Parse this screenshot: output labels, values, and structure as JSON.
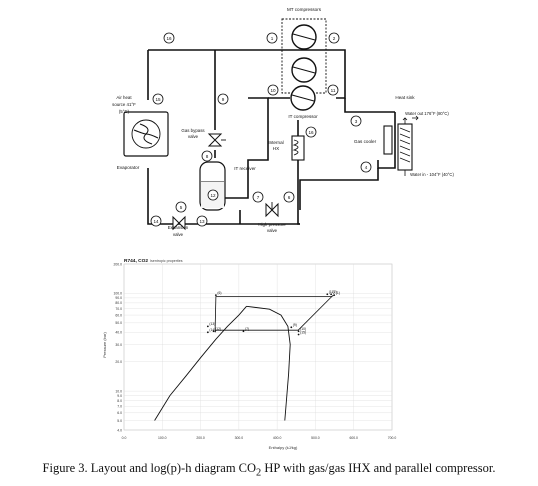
{
  "layout": {
    "labels": {
      "mt_compressors": "MT compressors",
      "it_compressor": "IT compressor",
      "heat_sink": "Heat sink",
      "water_out": "Water out 176°F (80°C)",
      "water_in": "Water in - 104°F (40°C)",
      "gas_cooler": "Gas cooler",
      "air_heat_source_1": "Air heat",
      "air_heat_source_2": "source 41°F",
      "air_heat_source_3": "(5°C)",
      "evaporator": "Evaporator",
      "gas_bypass_valve_1": "Gas bypass",
      "gas_bypass_valve_2": "valve",
      "internal_hx_1": "Internal",
      "internal_hx_2": "HX",
      "it_receiver": "IT receiver",
      "expansion_valve_1": "Expansion",
      "expansion_valve_2": "valve",
      "high_pressure_valve_1": "High pressure",
      "high_pressure_valve_2": "valve"
    },
    "state_points": [
      "1",
      "2",
      "3",
      "4",
      "5",
      "6",
      "7",
      "8",
      "9",
      "10",
      "11",
      "12",
      "13",
      "14",
      "15",
      "16"
    ]
  },
  "chart_data": {
    "type": "line",
    "title": "R744, CO2",
    "subtitle": "Isentropic properties",
    "xlabel": "Enthalpy (kJ/kg)",
    "ylabel": "Pressure (bar)",
    "y_scale": "log",
    "xlim": [
      0,
      700
    ],
    "ylim": [
      4,
      200
    ],
    "x_ticks": [
      "0.0",
      "100.0",
      "200.0",
      "300.0",
      "400.0",
      "500.0",
      "600.0",
      "700.0"
    ],
    "y_ticks": [
      "200.0",
      "100.0",
      "90.0",
      "80.0",
      "70.0",
      "60.0",
      "50.0",
      "40.0",
      "30.0",
      "20.0",
      "10.0",
      "9.0",
      "8.0",
      "7.0",
      "6.0",
      "5.0",
      "4.0"
    ],
    "y_tick_values": [
      200,
      100,
      90,
      80,
      70,
      60,
      50,
      40,
      30,
      20,
      10,
      9,
      8,
      7,
      6,
      5,
      4
    ],
    "grid": true,
    "saturation_dome": {
      "liquid": {
        "h": [
          80,
          120,
          160,
          200,
          240,
          270,
          300,
          320
        ],
        "p": [
          5,
          9,
          14,
          22,
          34,
          46,
          60,
          73.8
        ]
      },
      "vapor": {
        "h": [
          320,
          380,
          410,
          428,
          434,
          430,
          420
        ],
        "p": [
          73.8,
          69,
          60,
          46,
          30,
          15,
          5
        ]
      }
    },
    "cycle": {
      "h": [
        420,
        455,
        545,
        547,
        542,
        452,
        240,
        238,
        440,
        448,
        240,
        238
      ],
      "p": [
        42,
        42,
        95,
        95,
        93,
        93,
        93,
        42,
        42,
        42,
        42,
        40
      ]
    },
    "point_labels": [
      {
        "text": "(1)",
        "h": 549,
        "p": 96
      },
      {
        "text": "(2)",
        "h": 541,
        "p": 98
      },
      {
        "text": "(11)",
        "h": 531,
        "p": 98
      },
      {
        "text": "(6)",
        "h": 240,
        "p": 96
      },
      {
        "text": "(13)",
        "h": 219,
        "p": 46
      },
      {
        "text": "(14)",
        "h": 219,
        "p": 40
      },
      {
        "text": "(12)",
        "h": 234,
        "p": 41
      },
      {
        "text": "(7)",
        "h": 312,
        "p": 41
      },
      {
        "text": "(9)",
        "h": 437,
        "p": 45
      },
      {
        "text": "(10)",
        "h": 456,
        "p": 41
      },
      {
        "text": "(15)",
        "h": 456,
        "p": 38
      }
    ]
  },
  "caption": {
    "prefix": "Figure 3. Layout and log(p)-h diagram CO",
    "sub": "2",
    "suffix": " HP with gas/gas IHX and parallel compressor."
  }
}
